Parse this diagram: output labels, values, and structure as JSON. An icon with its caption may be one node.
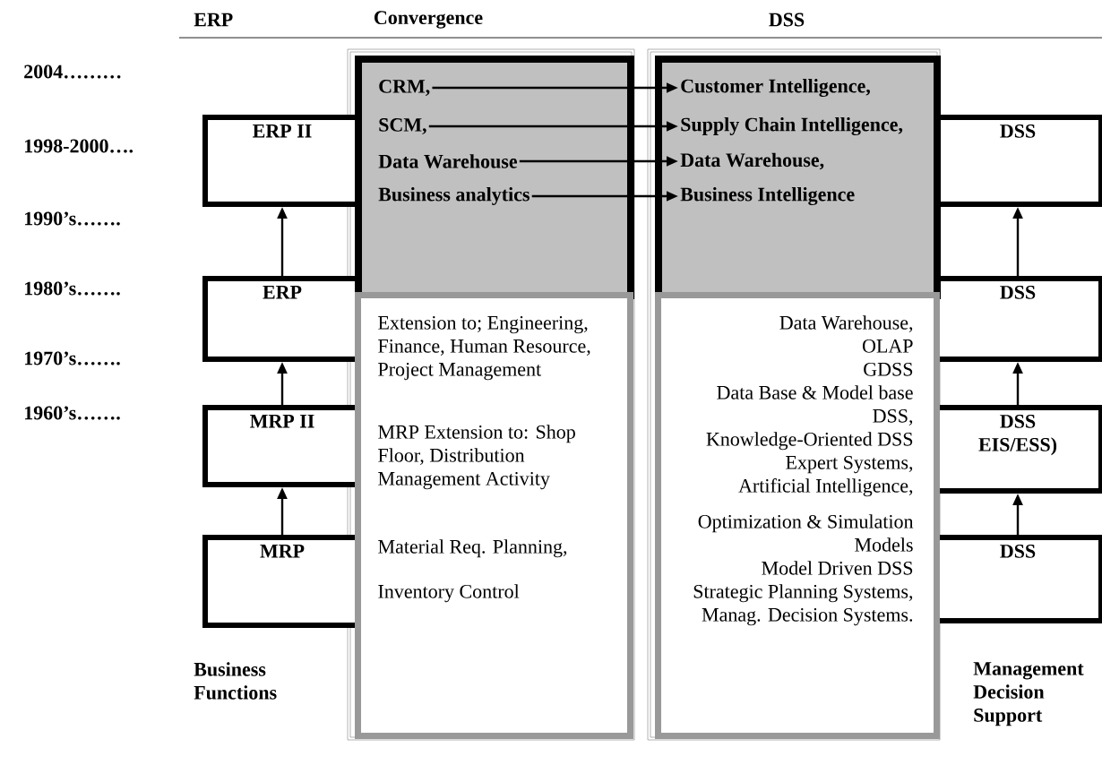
{
  "diagram": {
    "nodes": [
      {
        "text": [
          "ERP II"
        ]
      },
      {
        "text": [
          "ERP"
        ]
      },
      {
        "text": [
          "MRP II"
        ]
      },
      {
        "text": [
          "MRP"
        ]
      },
      {
        "text": [],
        "shape": "box"
      },
      {
        "text": [
          "CRM,"
        ],
        "in": 4
      },
      {
        "text": [
          "SCM,"
        ],
        "in": 4
      },
      {
        "text": [
          "Data Warehouse"
        ],
        "in": 4
      },
      {
        "text": [
          "Business analytics"
        ],
        "in": 4
      },
      {
        "text": [
          "Extension to; Engineering, Finance, Human Resource, Project Management",
          "MRP Extension to: Shop Floor, Distribution Management Activity",
          "Material Req. Planning,",
          "Inventory Control"
        ]
      },
      {
        "text": [],
        "shape": "box"
      },
      {
        "text": [
          "Customer Intelligence,"
        ],
        "in": 10
      },
      {
        "text": [
          "Supply Chain Intelligence,"
        ],
        "in": 10
      },
      {
        "text": [
          "Data Warehouse,"
        ],
        "in": 10
      },
      {
        "text": [
          "Business Intelligence"
        ],
        "in": 10
      },
      {
        "text": [
          "Data Warehouse,",
          "OLAP",
          "GDSS",
          "Data Base & Model base DSS,",
          "Knowledge-Oriented DSS",
          "Expert Systems,",
          "Artificial Intelligence,",
          "Optimization & Simulation Models",
          "Model Driven DSS",
          "Strategic Planning Systems,",
          "Manag. Decision Systems."
        ]
      },
      {
        "text": [
          "DSS"
        ]
      },
      {
        "text": [
          "DSS"
        ]
      },
      {
        "text": [
          "DSS",
          "EIS/ESS)"
        ]
      },
      {
        "text": [
          "DSS"
        ]
      }
    ],
    "edges": [
      {
        "from": 3,
        "to": 2,
        "arrow": "to"
      },
      {
        "from": 2,
        "to": 1,
        "arrow": "to"
      },
      {
        "from": 1,
        "to": 0,
        "arrow": "to"
      },
      {
        "from": 19,
        "to": 18,
        "arrow": "to"
      },
      {
        "from": 18,
        "to": 17,
        "arrow": "to"
      },
      {
        "from": 17,
        "to": 16,
        "arrow": "to"
      },
      {
        "from": 5,
        "to": 11,
        "arrow": "to"
      },
      {
        "from": 6,
        "to": 12,
        "arrow": "to"
      },
      {
        "from": 7,
        "to": 13,
        "arrow": "to"
      },
      {
        "from": 8,
        "to": 14,
        "arrow": "to"
      }
    ],
    "labels": [
      "ERP",
      "Convergence",
      "DSS",
      "2004………",
      "1998-2000….",
      "1990’s…….",
      "1980’s…….",
      "1970’s…….",
      "1960’s…….",
      "Business Functions",
      "Management Decision Support"
    ]
  }
}
